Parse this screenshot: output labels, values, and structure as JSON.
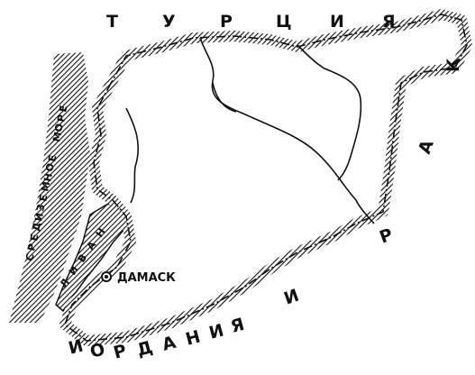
{
  "colors": {
    "ink": "#111111",
    "paper": "#ffffff"
  },
  "neighbors": {
    "north": [
      "Т",
      "У",
      "Р",
      "Ц",
      "И",
      "Я"
    ],
    "east": [
      "И",
      "Р",
      "А",
      "К"
    ],
    "south": [
      "И",
      "О",
      "Р",
      "Д",
      "А",
      "Н",
      "И",
      "Я"
    ],
    "west": [
      "Л",
      "И",
      "В",
      "А",
      "Н"
    ]
  },
  "sea": [
    "С",
    "Р",
    "Е",
    "Д",
    "И",
    "З",
    "Е",
    "М",
    "Н",
    "О",
    "Е",
    " ",
    "М",
    "О",
    "Р",
    "Е"
  ],
  "capital": {
    "name": "ДАМАСК",
    "icon": "capital-dot-icon"
  }
}
